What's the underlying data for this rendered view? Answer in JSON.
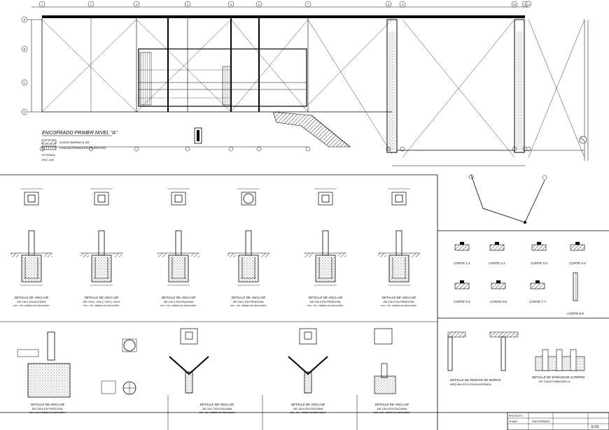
{
  "plan": {
    "title": "ENCOFRADO PRIMER NIVEL \"A\"",
    "scale": "ESC 1/50",
    "legend": [
      "ACERO BARRAS ø 5/8\"",
      "LOSA ALIGERADA EN UN SENTIDO",
      "LEYENDA"
    ]
  },
  "axes_top": [
    "1",
    "2",
    "3",
    "4",
    "5",
    "6",
    "7",
    "8",
    "9",
    "10",
    "11",
    "12"
  ],
  "axes_side": [
    "A",
    "B",
    "C",
    "D"
  ],
  "details_row1": [
    {
      "title": "DETALLE DE ANCLAJE",
      "sub": "DE CM-1 EN ACEROS",
      "note": "ESC. 1/10, VEREDA EN SEG/ACERO"
    },
    {
      "title": "DETALLE DE ANCLAJE",
      "sub": "DE CM-2, CM-3, CM-4, CM-5",
      "note": "ESC. 1/10, VEREDA EN SEG/ACERO"
    },
    {
      "title": "DETALLE DE ANCLAJE",
      "sub": "DE CM-2 EN ESQUINA",
      "note": "ESC. 1/10, VEREDA EN SEG/ACERO"
    },
    {
      "title": "DETALLE DE ANCLAJE",
      "sub": "DE CM-1 EN PEDESTAL",
      "note": "ESC. 1/10, VEREDA EN SEG/ACERO"
    },
    {
      "title": "DETALLE DE ANCLAJE",
      "sub": "DE CM-4 EN PEDESTAL",
      "note": "ESC. 1/10, VEREDA EN SEG/ACERO"
    },
    {
      "title": "DETALLE DE ANCLAJE",
      "sub": "DE CM-5 EN PEDESTAL",
      "note": "ESC. 1/10, VEREDA EN SEG/ACERO"
    }
  ],
  "details_row2": [
    {
      "title": "DETALLE DE ANCLAJE",
      "sub": "DE CM-6 EN PEDESTAL",
      "note": "ESC. 1/10, VEREDA EN SEG/ACERO"
    },
    {
      "title": "DETALLE DE ANCLAJE",
      "sub": "DE CM-7 EN ESQUINA",
      "note": "ESC. 1/10, VEREDA EN SEG/ACERO"
    },
    {
      "title": "DETALLE DE ANCLAJE",
      "sub": "DE CM-8 EN ESQUINA",
      "note": "ESC. 1/10, VEREDA EN SEG/ACERO"
    },
    {
      "title": "DETALLE DE ANCLAJE",
      "sub": "DE CM-9 EN ESQUINA",
      "note": "ESC. 1/10, VEREDA EN SEG/ACERO"
    }
  ],
  "cortes": [
    "CORTE 1-1",
    "CORTE 2-2",
    "CORTE 3-3",
    "CORTE 4-4",
    "CORTE 5-5",
    "CORTE 6-6",
    "CORTE 7-7",
    "CORTE 8-8"
  ],
  "muros": {
    "title": "DETALLE DE REMATE DE MUROS",
    "sub": "ARQ.(0m EN LOSA ALIGERADA"
  },
  "ensanche": {
    "title": "DETALLE DE ENSANCHE ALTERNO",
    "sub": "EN TODOS PARA ENS 12"
  },
  "title_block": {
    "project": "PROYECTO",
    "sheet": "PLANO",
    "drawing": "ENCOFRADO",
    "code": "E-01"
  }
}
